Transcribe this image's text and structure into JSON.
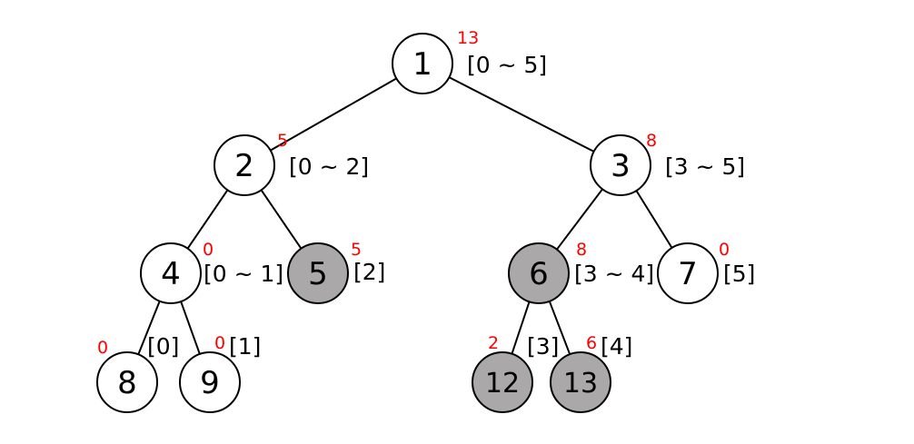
{
  "tree": {
    "colors": {
      "edge": "#000000",
      "node_fill_default": "#ffffff",
      "node_fill_highlight": "#aaa8a8",
      "range_text": "#000000",
      "value_text": "#ff0000"
    },
    "nodes": [
      {
        "id": "1",
        "label": "1",
        "value": "13",
        "range": "[0 ~ 5]",
        "highlight": false
      },
      {
        "id": "2",
        "label": "2",
        "value": "5",
        "range": "[0 ~ 2]",
        "highlight": false
      },
      {
        "id": "3",
        "label": "3",
        "value": "8",
        "range": "[3 ~ 5]",
        "highlight": false
      },
      {
        "id": "4",
        "label": "4",
        "value": "0",
        "range": "[0 ~ 1]",
        "highlight": false
      },
      {
        "id": "5",
        "label": "5",
        "value": "5",
        "range": "[2]",
        "highlight": true
      },
      {
        "id": "6",
        "label": "6",
        "value": "8",
        "range": "[3 ~ 4]",
        "highlight": true
      },
      {
        "id": "7",
        "label": "7",
        "value": "0",
        "range": "[5]",
        "highlight": false
      },
      {
        "id": "8",
        "label": "8",
        "value": "0",
        "range": "[0]",
        "highlight": false
      },
      {
        "id": "9",
        "label": "9",
        "value": "0",
        "range": "[1]",
        "highlight": false
      },
      {
        "id": "12",
        "label": "12",
        "value": "2",
        "range": "[3]",
        "highlight": true
      },
      {
        "id": "13",
        "label": "13",
        "value": "6",
        "range": "[4]",
        "highlight": true
      }
    ],
    "edges": [
      [
        "1",
        "2"
      ],
      [
        "1",
        "3"
      ],
      [
        "2",
        "4"
      ],
      [
        "2",
        "5"
      ],
      [
        "3",
        "6"
      ],
      [
        "3",
        "7"
      ],
      [
        "4",
        "8"
      ],
      [
        "4",
        "9"
      ],
      [
        "6",
        "12"
      ],
      [
        "6",
        "13"
      ]
    ]
  }
}
